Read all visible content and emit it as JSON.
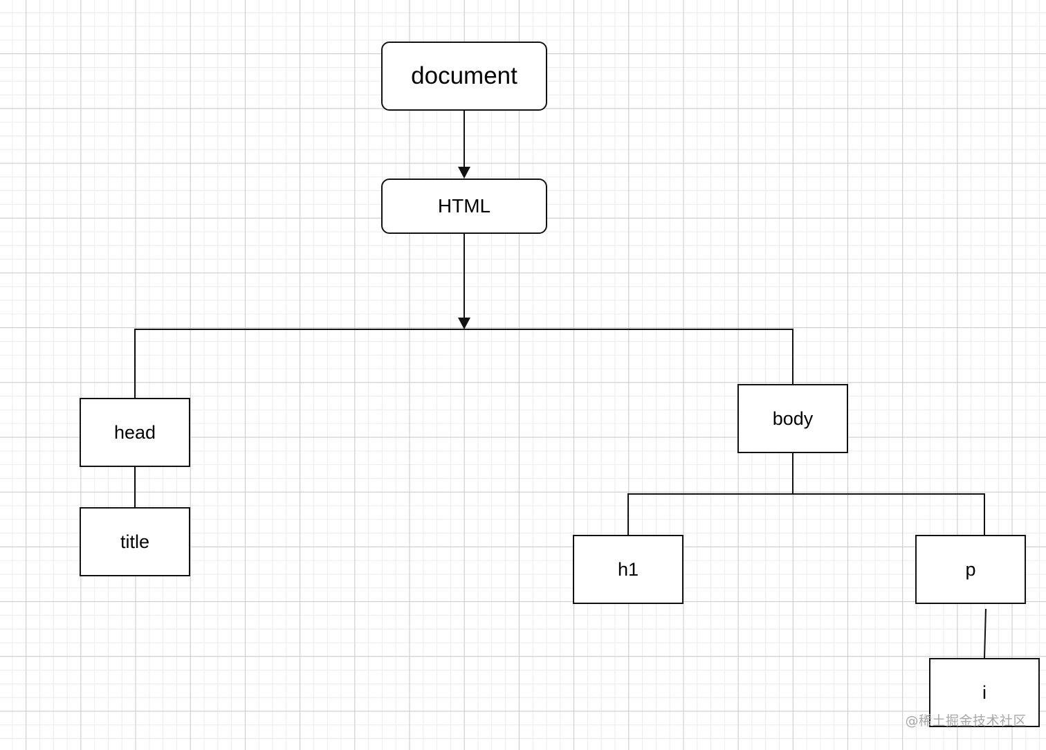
{
  "nodes": {
    "document": "document",
    "html": "HTML",
    "head": "head",
    "title": "title",
    "body": "body",
    "h1": "h1",
    "p": "p",
    "i": "i"
  },
  "edges": [
    {
      "from": "document",
      "to": "HTML",
      "arrow": true
    },
    {
      "from": "HTML",
      "to": "head",
      "arrow": true
    },
    {
      "from": "HTML",
      "to": "body",
      "arrow": true
    },
    {
      "from": "head",
      "to": "title",
      "arrow": false
    },
    {
      "from": "body",
      "to": "h1",
      "arrow": false
    },
    {
      "from": "body",
      "to": "p",
      "arrow": false
    },
    {
      "from": "p",
      "to": "i",
      "arrow": false
    }
  ],
  "watermark": "@稀土掘金技术社区"
}
